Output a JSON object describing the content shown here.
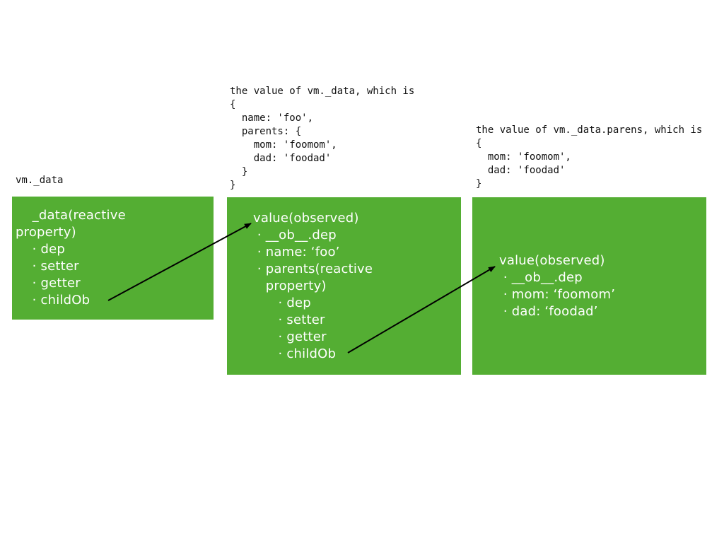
{
  "labels": {
    "vm_data": "vm._data",
    "data_value": "the value of vm._data, which is\n{\n  name: 'foo',\n  parents: {\n    mom: 'foomom',\n    dad: 'foodad'\n  }\n}",
    "parents_value": "the value of vm._data.parens, which is\n{\n  mom: 'foomom',\n  dad: 'foodad'\n}"
  },
  "boxes": {
    "vm_data": "    _data(reactive\nproperty)\n    · dep\n    · setter\n    · getter\n    · childOb",
    "data_value": "value(observed)\n · __ob__.dep\n · name: ‘foo’\n · parents(reactive\n   property)\n      · dep\n      · setter\n      · getter\n      · childOb",
    "parents_value": "value(observed)\n · __ob__.dep\n · mom: ‘foomom’\n · dad: ‘foodad’"
  },
  "colors": {
    "box_fill": "#54AE33",
    "box_text": "#ffffff",
    "arrow": "#000000",
    "label_text": "#111111"
  },
  "arrows": [
    {
      "from": "vm_data.childOb",
      "to": "data_value"
    },
    {
      "from": "data_value.childOb",
      "to": "parents_value"
    }
  ]
}
